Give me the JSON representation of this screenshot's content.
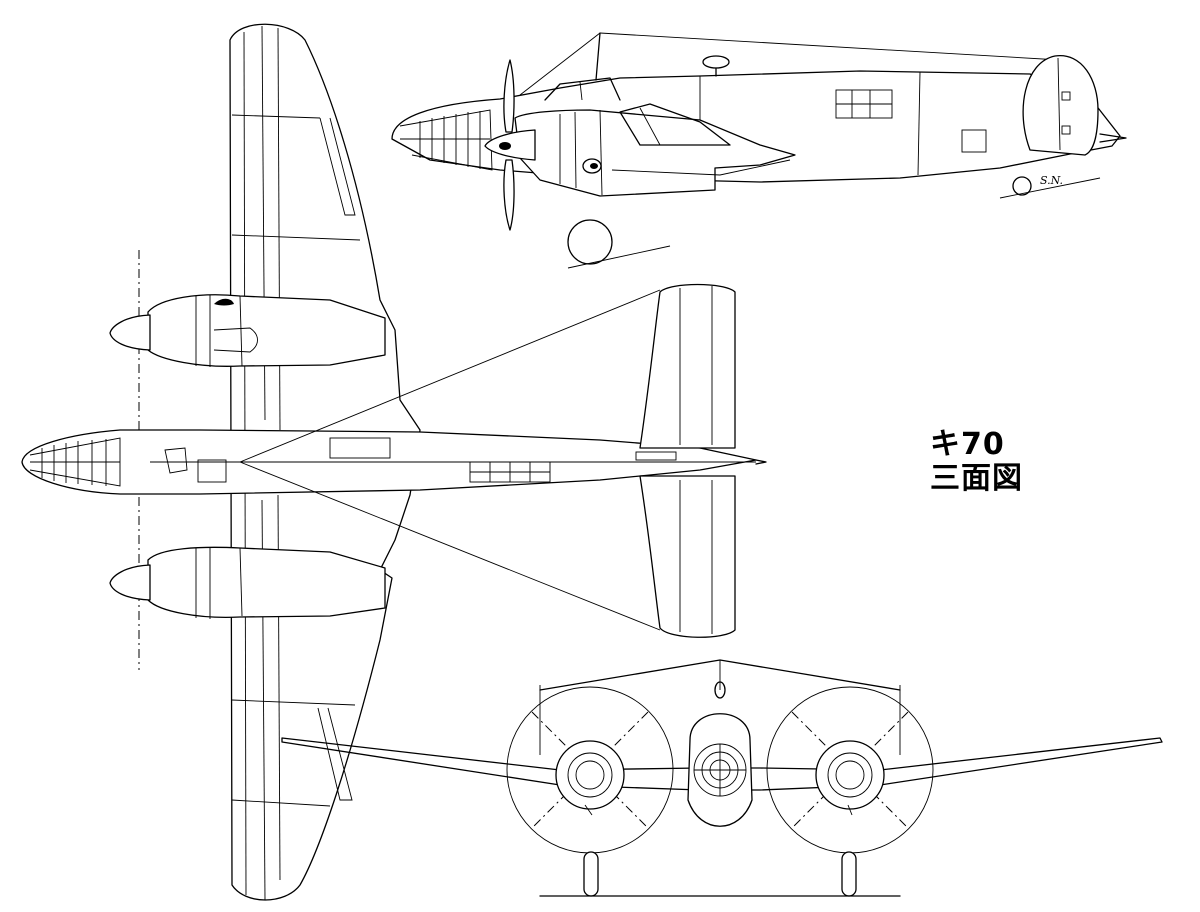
{
  "drawing": {
    "subject": "キ70",
    "caption": "三面図",
    "artist_signature": "S.N."
  },
  "views": [
    {
      "name": "side-view"
    },
    {
      "name": "top-view"
    },
    {
      "name": "front-view"
    }
  ]
}
